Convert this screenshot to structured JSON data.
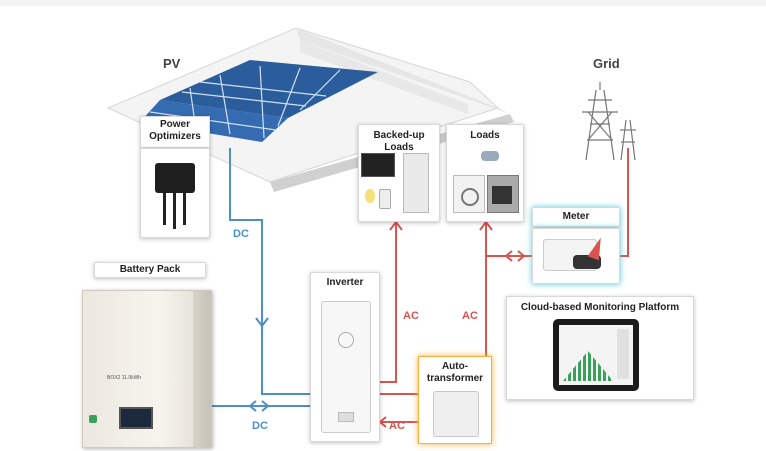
{
  "labels": {
    "pv": "PV",
    "grid": "Grid",
    "power_optimizers": "Power\nOptimizers",
    "backed_up_loads": "Backed-up Loads",
    "loads": "Loads",
    "meter": "Meter",
    "battery_pack": "Battery Pack",
    "inverter": "Inverter",
    "auto_transformer": "Auto-\ntransformer",
    "cloud_platform": "Cloud-based Monitoring Platform",
    "battery_model": "BOX2 11.9kWh"
  },
  "wire_labels": {
    "dc_top": "DC",
    "dc_bottom": "DC",
    "ac_backed": "AC",
    "ac_loads": "AC",
    "ac_transformer": "AC"
  },
  "colors": {
    "dc": "#4d8fc9",
    "ac": "#d9534f",
    "meter_glow": "#5bc6d8",
    "transformer_glow": "#f5b041"
  }
}
